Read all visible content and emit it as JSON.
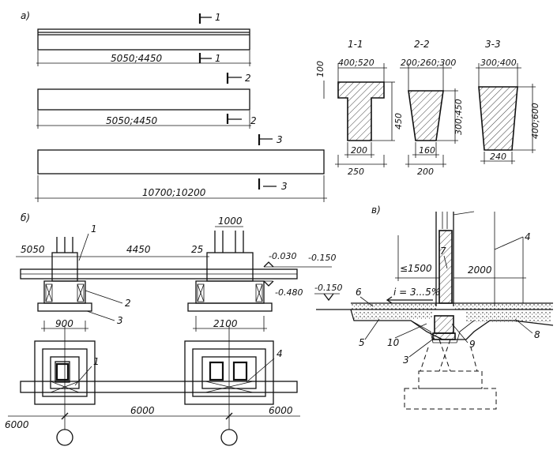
{
  "panels": {
    "a": "a)",
    "b": "б)",
    "v": "в)"
  },
  "beams": {
    "b1_len": "5050;4450",
    "b2_len": "5050;4450",
    "b3_len": "10700;10200",
    "cut1": "1",
    "cut2": "2",
    "cut3": "3"
  },
  "sections": {
    "s1": {
      "title": "1-1",
      "top": "400;520",
      "left": "100",
      "height": "450",
      "bot1": "200",
      "bot2": "250"
    },
    "s2": {
      "title": "2-2",
      "top": "200;260;300",
      "height": "300;450",
      "bot1": "160",
      "bot2": "200"
    },
    "s3": {
      "title": "3-3",
      "top": "300;400",
      "height": "400;600",
      "bot1": "240"
    }
  },
  "plan_b": {
    "d5050": "5050",
    "d4450": "4450",
    "d25": "25",
    "d1000": "1000",
    "lvl1": "-0.030",
    "lvl2": "-0.150",
    "lvl3": "-0.480",
    "w900": "900",
    "w2100": "2100",
    "span": "6000",
    "left6000": "6000",
    "right6000": "6000",
    "n1": "1",
    "n2": "2",
    "n3": "3",
    "n1b": "1",
    "n4": "4"
  },
  "detail_v": {
    "le1500": "≤1500",
    "h2000": "2000",
    "lvl": "-0.150",
    "slope": "i = 3...5%",
    "n3": "3",
    "n4": "4",
    "n5": "5",
    "n6": "6",
    "n7": "7",
    "n8": "8",
    "n9": "9",
    "n10": "10"
  }
}
